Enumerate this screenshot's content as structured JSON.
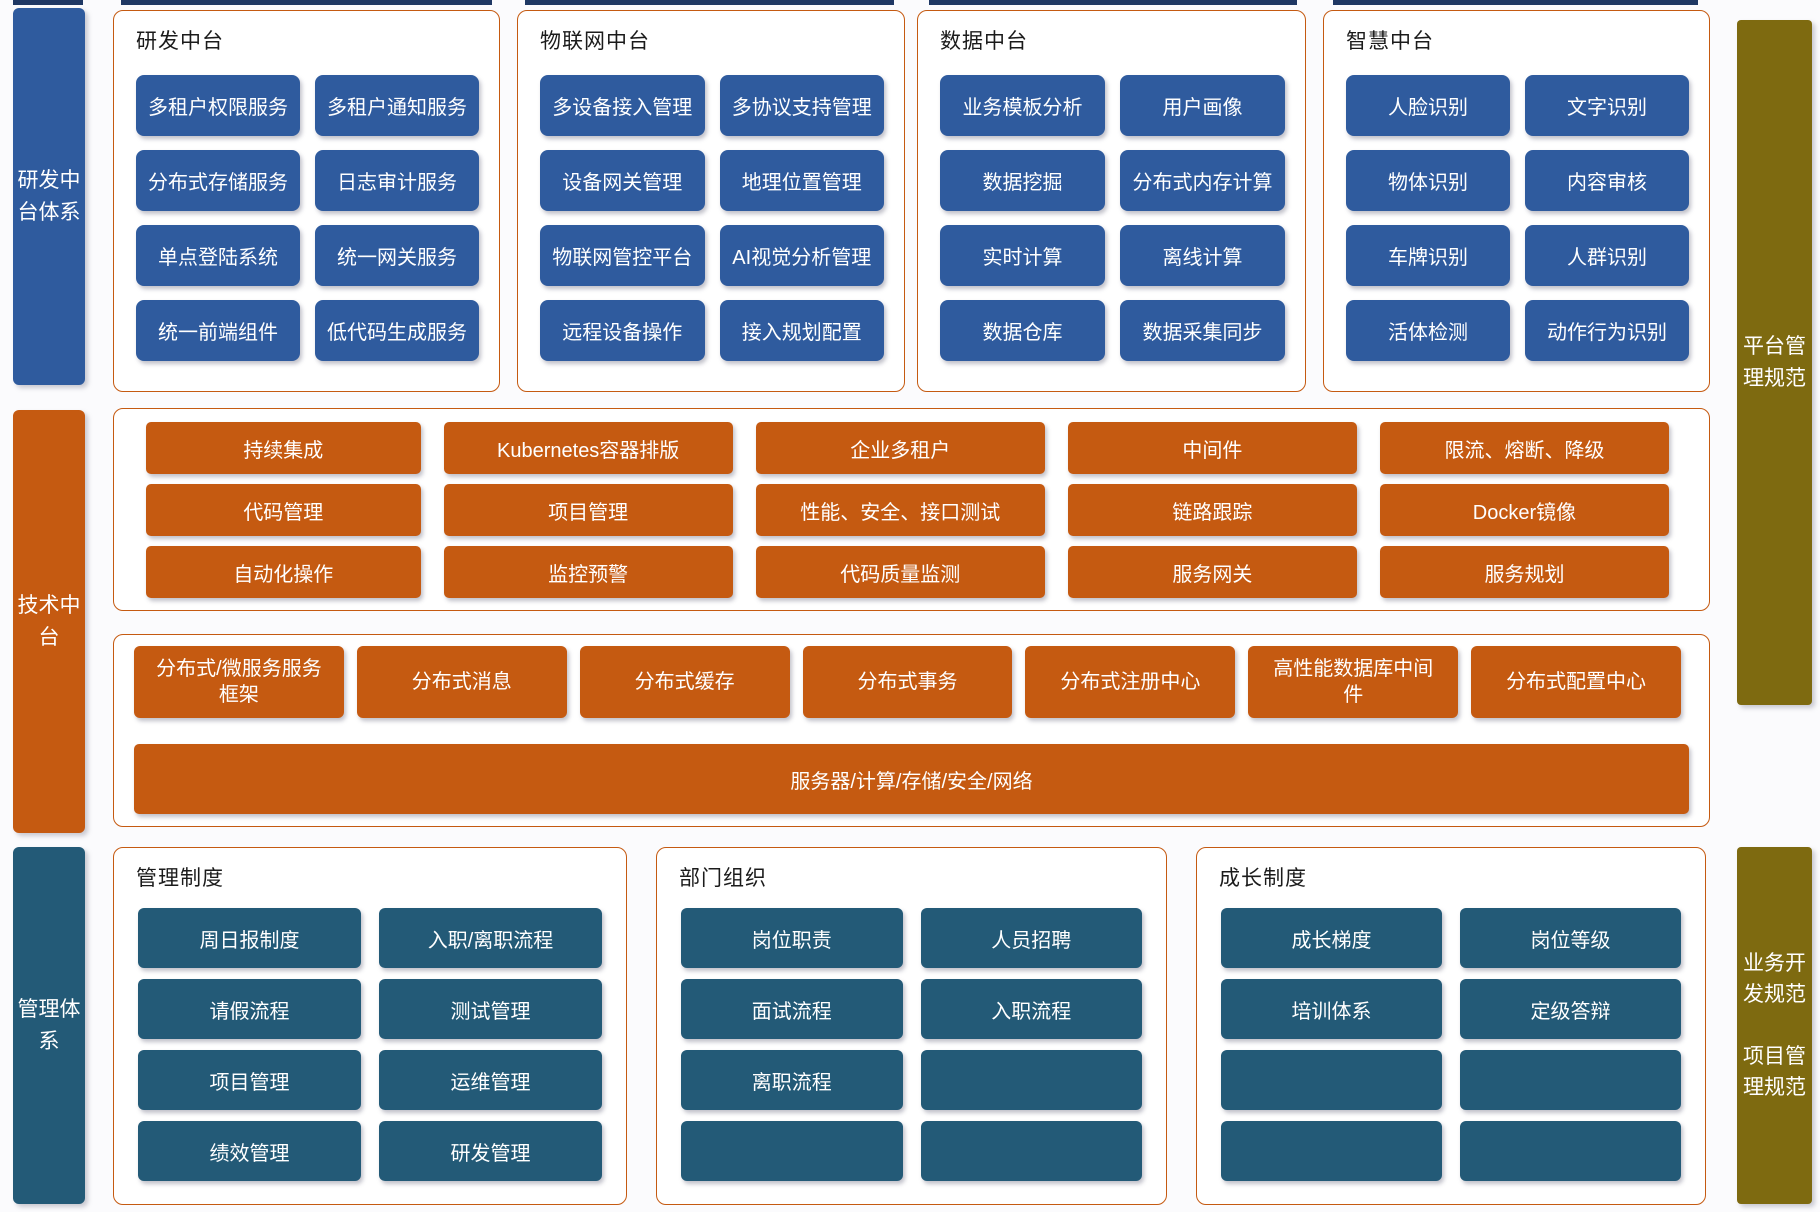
{
  "colors": {
    "accent_blue": "#2F5B9E",
    "accent_orange": "#C55A11",
    "accent_navy": "#235A77",
    "accent_olive": "#7E6A10",
    "panel_border": "#C55A11",
    "top_strip_navy": "#1F3864"
  },
  "left_rail": {
    "rnd": "研发中台体系",
    "tech": "技术中台",
    "mgmt": "管理体系"
  },
  "right_rail": {
    "platform": "平台管理规范",
    "biz_dev": "业务开发规范",
    "project_mgmt": "项目管理规范"
  },
  "top_sections": [
    {
      "title": "研发中台",
      "items": [
        "多租户权限服务",
        "多租户通知服务",
        "分布式存储服务",
        "日志审计服务",
        "单点登陆系统",
        "统一网关服务",
        "统一前端组件",
        "低代码生成服务"
      ]
    },
    {
      "title": "物联网中台",
      "items": [
        "多设备接入管理",
        "多协议支持管理",
        "设备网关管理",
        "地理位置管理",
        "物联网管控平台",
        "AI视觉分析管理",
        "远程设备操作",
        "接入规划配置"
      ]
    },
    {
      "title": "数据中台",
      "items": [
        "业务模板分析",
        "用户画像",
        "数据挖掘",
        "分布式内存计算",
        "实时计算",
        "离线计算",
        "数据仓库",
        "数据采集同步"
      ]
    },
    {
      "title": "智慧中台",
      "items": [
        "人脸识别",
        "文字识别",
        "物体识别",
        "内容审核",
        "车牌识别",
        "人群识别",
        "活体检测",
        "动作行为识别"
      ]
    }
  ],
  "tech": {
    "items": [
      "持续集成",
      "Kubernetes容器排版",
      "企业多租户",
      "中间件",
      "限流、熔断、降级",
      "代码管理",
      "项目管理",
      "性能、安全、接口测试",
      "链路跟踪",
      "Docker镜像",
      "自动化操作",
      "监控预警",
      "代码质量监测",
      "服务网关",
      "服务规划"
    ]
  },
  "infra": {
    "items": [
      "分布式/微服务服务框架",
      "分布式消息",
      "分布式缓存",
      "分布式事务",
      "分布式注册中心",
      "高性能数据库中间件",
      "分布式配置中心"
    ],
    "base": "服务器/计算/存储/安全/网络"
  },
  "bottom_sections": [
    {
      "title": "管理制度",
      "items": [
        "周日报制度",
        "入职/离职流程",
        "请假流程",
        "测试管理",
        "项目管理",
        "运维管理",
        "绩效管理",
        "研发管理"
      ]
    },
    {
      "title": "部门组织",
      "items": [
        "岗位职责",
        "人员招聘",
        "面试流程",
        "入职流程",
        "离职流程",
        "",
        "",
        ""
      ]
    },
    {
      "title": "成长制度",
      "items": [
        "成长梯度",
        "岗位等级",
        "培训体系",
        "定级答辩",
        "",
        "",
        "",
        ""
      ]
    }
  ]
}
